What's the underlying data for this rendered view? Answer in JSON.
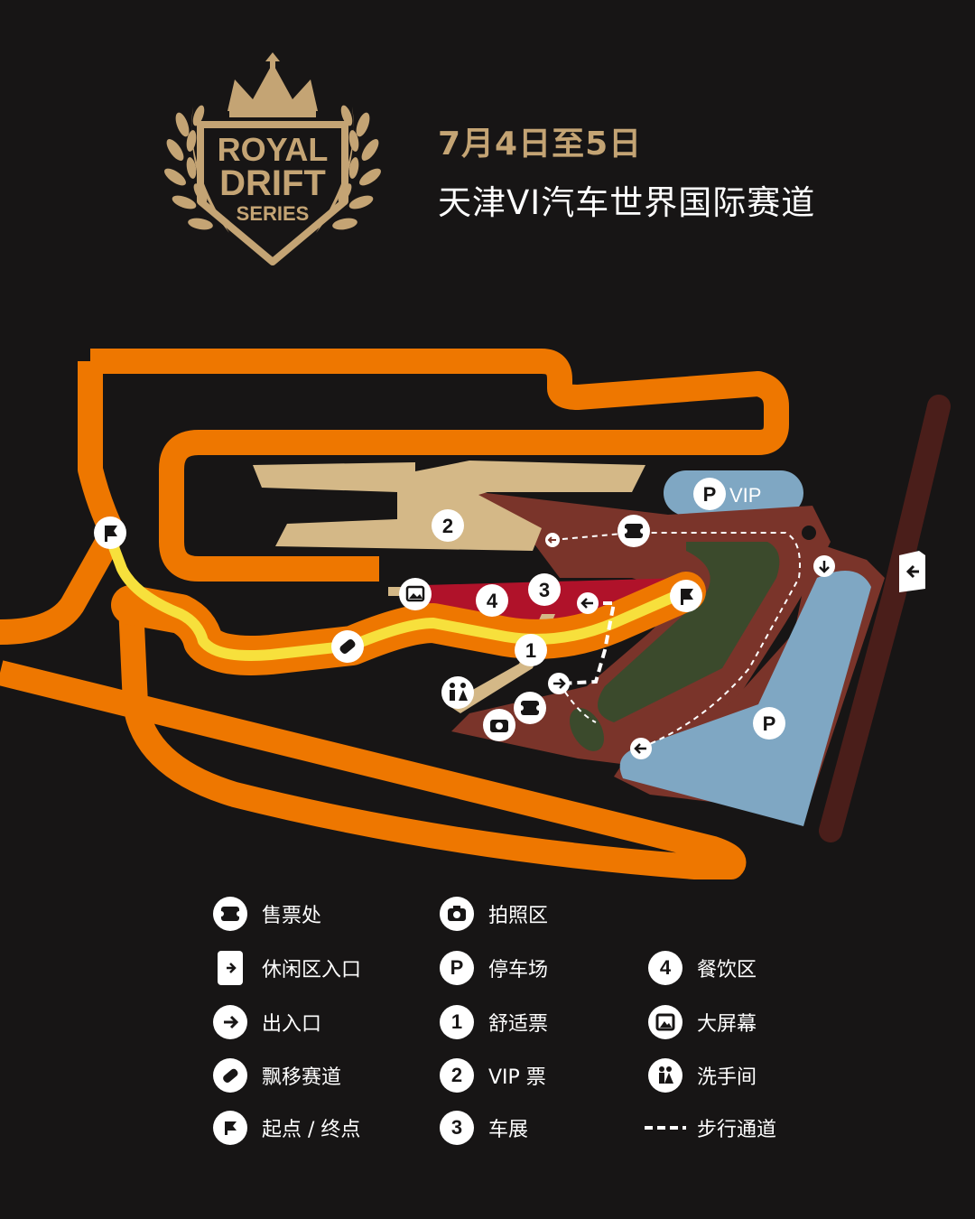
{
  "header": {
    "logo_text": [
      "ROYAL",
      "DRIFT",
      "SERIES"
    ],
    "date": "7月4日至5日",
    "venue": "天津VI汽车世界国际赛道"
  },
  "map": {
    "labels": {
      "vip_parking": "VIP",
      "parking": "P",
      "zone_1": "1",
      "zone_2": "2",
      "zone_3": "3",
      "zone_4": "4"
    }
  },
  "legend": [
    {
      "icon": "ticket-icon",
      "label": "售票处"
    },
    {
      "icon": "lounge-entrance-icon",
      "label": "休闲区入口"
    },
    {
      "icon": "exit-entrance-icon",
      "label": "出入口"
    },
    {
      "icon": "drift-track-icon",
      "label": "飘移赛道"
    },
    {
      "icon": "flag-icon",
      "label": "起点 / 终点"
    },
    {
      "icon": "camera-icon",
      "label": "拍照区"
    },
    {
      "icon": "parking-icon",
      "label": "停车场",
      "glyph": "P"
    },
    {
      "icon": "number-1-icon",
      "label": "舒适票",
      "glyph": "1"
    },
    {
      "icon": "number-2-icon",
      "label": "VIP 票",
      "glyph": "2"
    },
    {
      "icon": "number-3-icon",
      "label": "车展",
      "glyph": "3"
    },
    {
      "icon": "number-4-icon",
      "label": "餐饮区",
      "glyph": "4"
    },
    {
      "icon": "big-screen-icon",
      "label": "大屏幕"
    },
    {
      "icon": "restroom-icon",
      "label": "洗手间"
    },
    {
      "icon": "walkway-icon",
      "label": "步行通道"
    }
  ],
  "colors": {
    "background": "#171515",
    "track": "#ee7700",
    "drift_line": "#f7e03c",
    "zone_brown": "#7a342a",
    "zone_red": "#b0122a",
    "grandstand": "#d4b887",
    "parking": "#7fa7c3",
    "greenery": "#3b4a2c",
    "gold": "#c4a474"
  }
}
